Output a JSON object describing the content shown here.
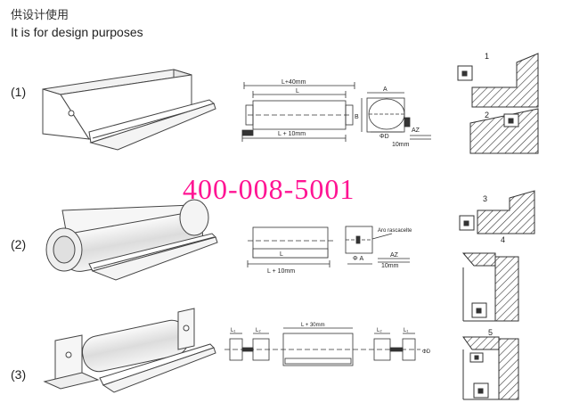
{
  "header": {
    "title_cn": "供设计使用",
    "title_en": "It is for design purposes"
  },
  "contact": {
    "phone": "400-008-5001"
  },
  "rows": [
    {
      "label": "(1)",
      "dims": {
        "length_plus40": "L+40mm",
        "length": "L",
        "length_plus10": "L + 10mm",
        "a": "A",
        "b": "B",
        "phi_d": "ΦD",
        "az": "AZ",
        "gap": "10mm"
      }
    },
    {
      "label": "(2)",
      "dims": {
        "length": "L",
        "length_plus10": "L + 10mm",
        "note": "Aro rascacelte",
        "phi_a": "Φ A",
        "az": "AZ",
        "gap": "10mm"
      }
    },
    {
      "label": "(3)",
      "dims": {
        "l1_left": "L₁",
        "l2_left": "L₂",
        "length_plus30": "L + 30mm",
        "l2_right": "L₂",
        "l1_right": "L₁",
        "phi_d": "ΦD"
      }
    }
  ],
  "mountings": [
    "1",
    "2",
    "3",
    "4",
    "5"
  ]
}
